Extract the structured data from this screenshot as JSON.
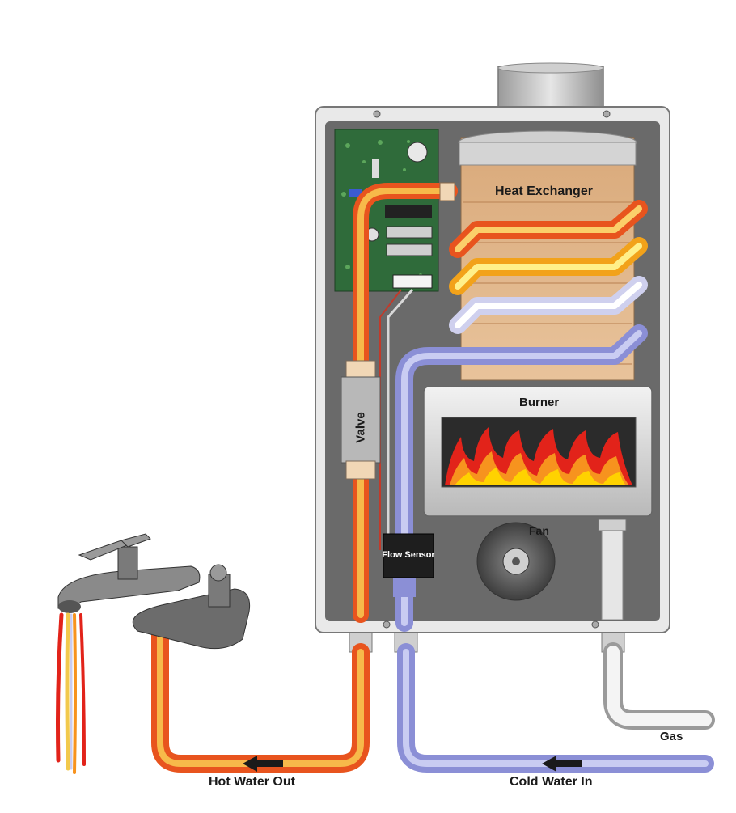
{
  "labels": {
    "heat_exchanger": "Heat Exchanger",
    "burner": "Burner",
    "fan": "Fan",
    "valve": "Valve",
    "flow_sensor": "Flow Sensor",
    "gas": "Gas",
    "hot_water_out": "Hot Water Out",
    "cold_water_in": "Cold Water In"
  },
  "colors": {
    "hot_pipe": "#e8541e",
    "hot_pipe_core": "#f7b94a",
    "cold_pipe": "#8b8fd6",
    "cold_pipe_core": "#c9ccf2",
    "casing": "#e9e9e9",
    "interior": "#6a6a6a",
    "flame_red": "#e2231a",
    "flame_yellow": "#ffd200"
  }
}
